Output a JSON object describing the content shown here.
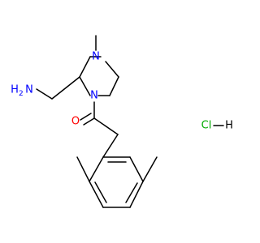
{
  "molecule": {
    "atoms": {
      "n_methyl": {
        "text": "N",
        "color": "#0000ff"
      },
      "n_amide": {
        "text": "N",
        "color": "#0000ff"
      },
      "o_carbonyl": {
        "text": "O",
        "color": "#ff0000"
      },
      "amine_h": {
        "text": "H",
        "color": "#0000ff"
      },
      "amine_h_count": {
        "text": "2",
        "color": "#0000ff"
      },
      "amine_n": {
        "text": "N",
        "color": "#0000ff"
      },
      "salt_cl": {
        "text": "Cl",
        "color": "#00aa00"
      },
      "salt_h": {
        "text": "H",
        "color": "#000000"
      }
    },
    "bond_color": "#000000"
  }
}
